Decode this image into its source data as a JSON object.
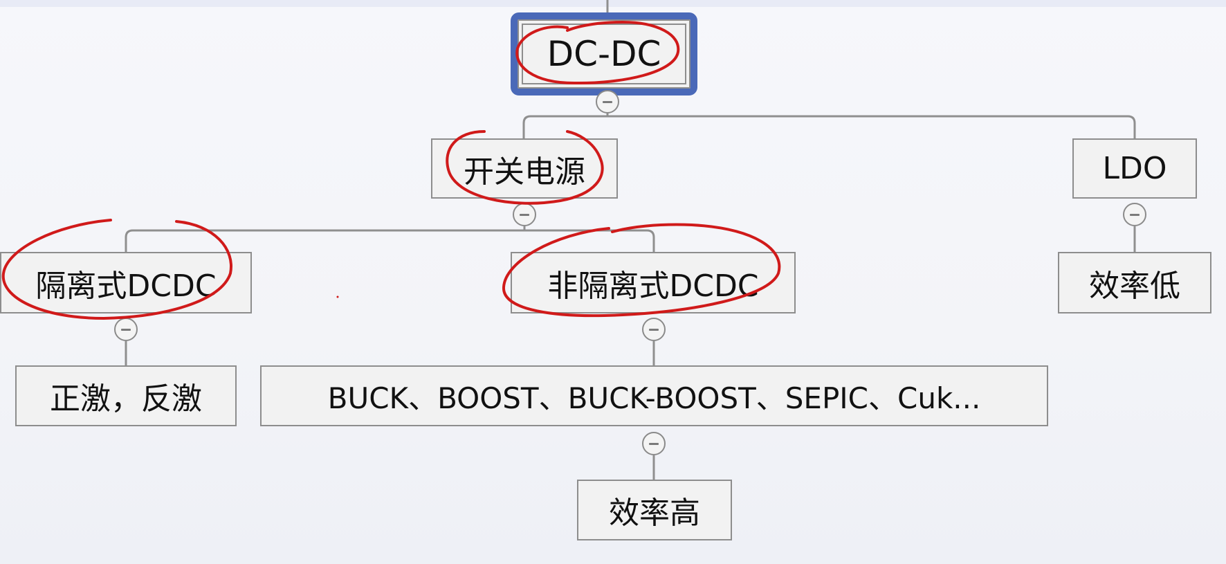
{
  "diagram": {
    "nodes": {
      "root": "DC-DC",
      "smps": "开关电源",
      "ldo": "LDO",
      "isolated": "隔离式DCDC",
      "nonisolated": "非隔离式DCDC",
      "ldo_eff": "效率低",
      "iso_types": "正激，反激",
      "noniso_types": "BUCK、BOOST、BUCK-BOOST、SEPIC、Cuk...",
      "noniso_eff": "效率高"
    }
  },
  "colors": {
    "selection": "#4a69b8",
    "annotation": "#d01a1a",
    "connector": "#8f8f8f"
  }
}
